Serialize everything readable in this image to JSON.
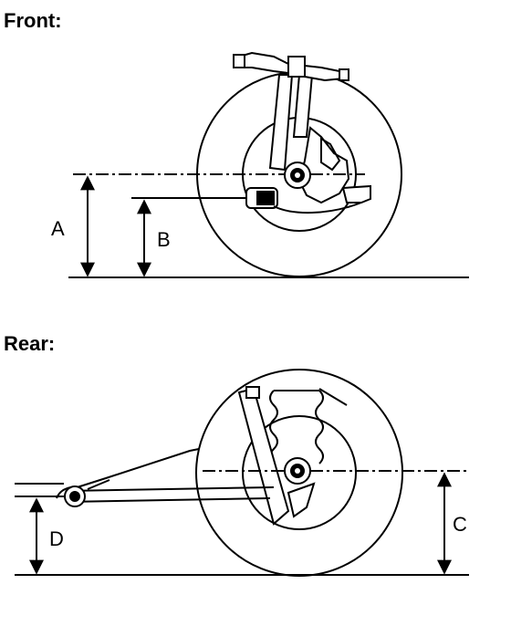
{
  "sections": {
    "front": {
      "title": "Front:"
    },
    "rear": {
      "title": "Rear:"
    }
  },
  "dimension_labels": {
    "a": "A",
    "b": "B",
    "c": "C",
    "d": "D"
  }
}
